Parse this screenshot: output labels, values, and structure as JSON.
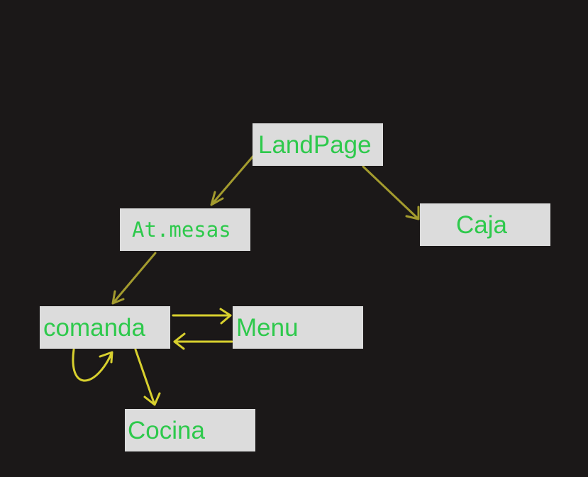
{
  "diagram": {
    "background_color": "#1b1818",
    "node_fill_color": "#dcdcdc",
    "node_text_color": "#2ec94c",
    "nodes": {
      "landpage": {
        "label": "LandPage"
      },
      "at_mesas": {
        "label": "At.mesas"
      },
      "caja": {
        "label": "Caja"
      },
      "comanda": {
        "label": "comanda"
      },
      "menu": {
        "label": "Menu"
      },
      "cocina": {
        "label": "Cocina"
      }
    },
    "edges": [
      {
        "from": "LandPage",
        "to": "At.mesas",
        "color": "#a39b2e"
      },
      {
        "from": "LandPage",
        "to": "Caja",
        "color": "#a39b2e"
      },
      {
        "from": "At.mesas",
        "to": "comanda",
        "color": "#a39b2e"
      },
      {
        "from": "comanda",
        "to": "Menu",
        "color": "#d8d02e"
      },
      {
        "from": "Menu",
        "to": "comanda",
        "color": "#d8d02e"
      },
      {
        "from": "comanda",
        "to": "Cocina",
        "color": "#d8d02e"
      },
      {
        "from": "comanda",
        "to": "comanda",
        "color": "#d8d02e"
      }
    ]
  }
}
